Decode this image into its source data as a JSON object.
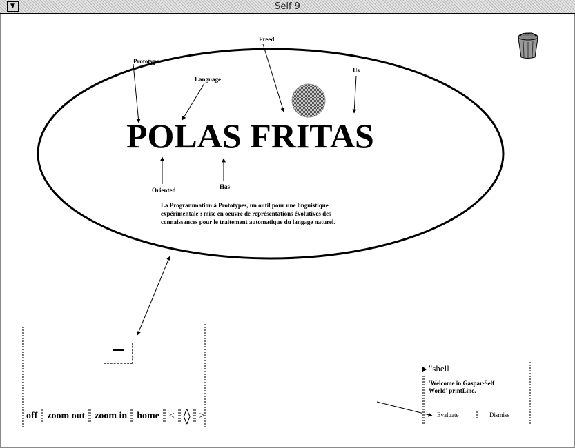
{
  "window": {
    "title": "Self 9",
    "menu_glyph": "▼"
  },
  "ellipse_labels": {
    "prototype": "Prototype",
    "language": "Language",
    "freed": "Freed",
    "us": "Us",
    "oriented": "Oriented",
    "has": "Has"
  },
  "headline": "POLAS FRITAS",
  "description": "La Programmation à Prototypes, un outil pour une linguistique expérimentale : mise en oeuvre de représentations évolutives des connaissances pour le traitement automatique du langage naturel.",
  "navigation": {
    "off": "off",
    "zoom_out": "zoom out",
    "zoom_in": "zoom in",
    "home": "home",
    "left": "<",
    "up": "⋀",
    "down": "⋁",
    "right": ">"
  },
  "shell": {
    "title": "\"shell",
    "code": "'Welcome in Gaspar-Self World' printLine.",
    "evaluate": "Evaluate",
    "dismiss": "Dismiss"
  },
  "icons": {
    "trash": "trash-can-icon",
    "shell_expander": "triangle-right-icon"
  },
  "colors": {
    "background": "#ffffff",
    "ink": "#000000",
    "circle": "#909090"
  }
}
